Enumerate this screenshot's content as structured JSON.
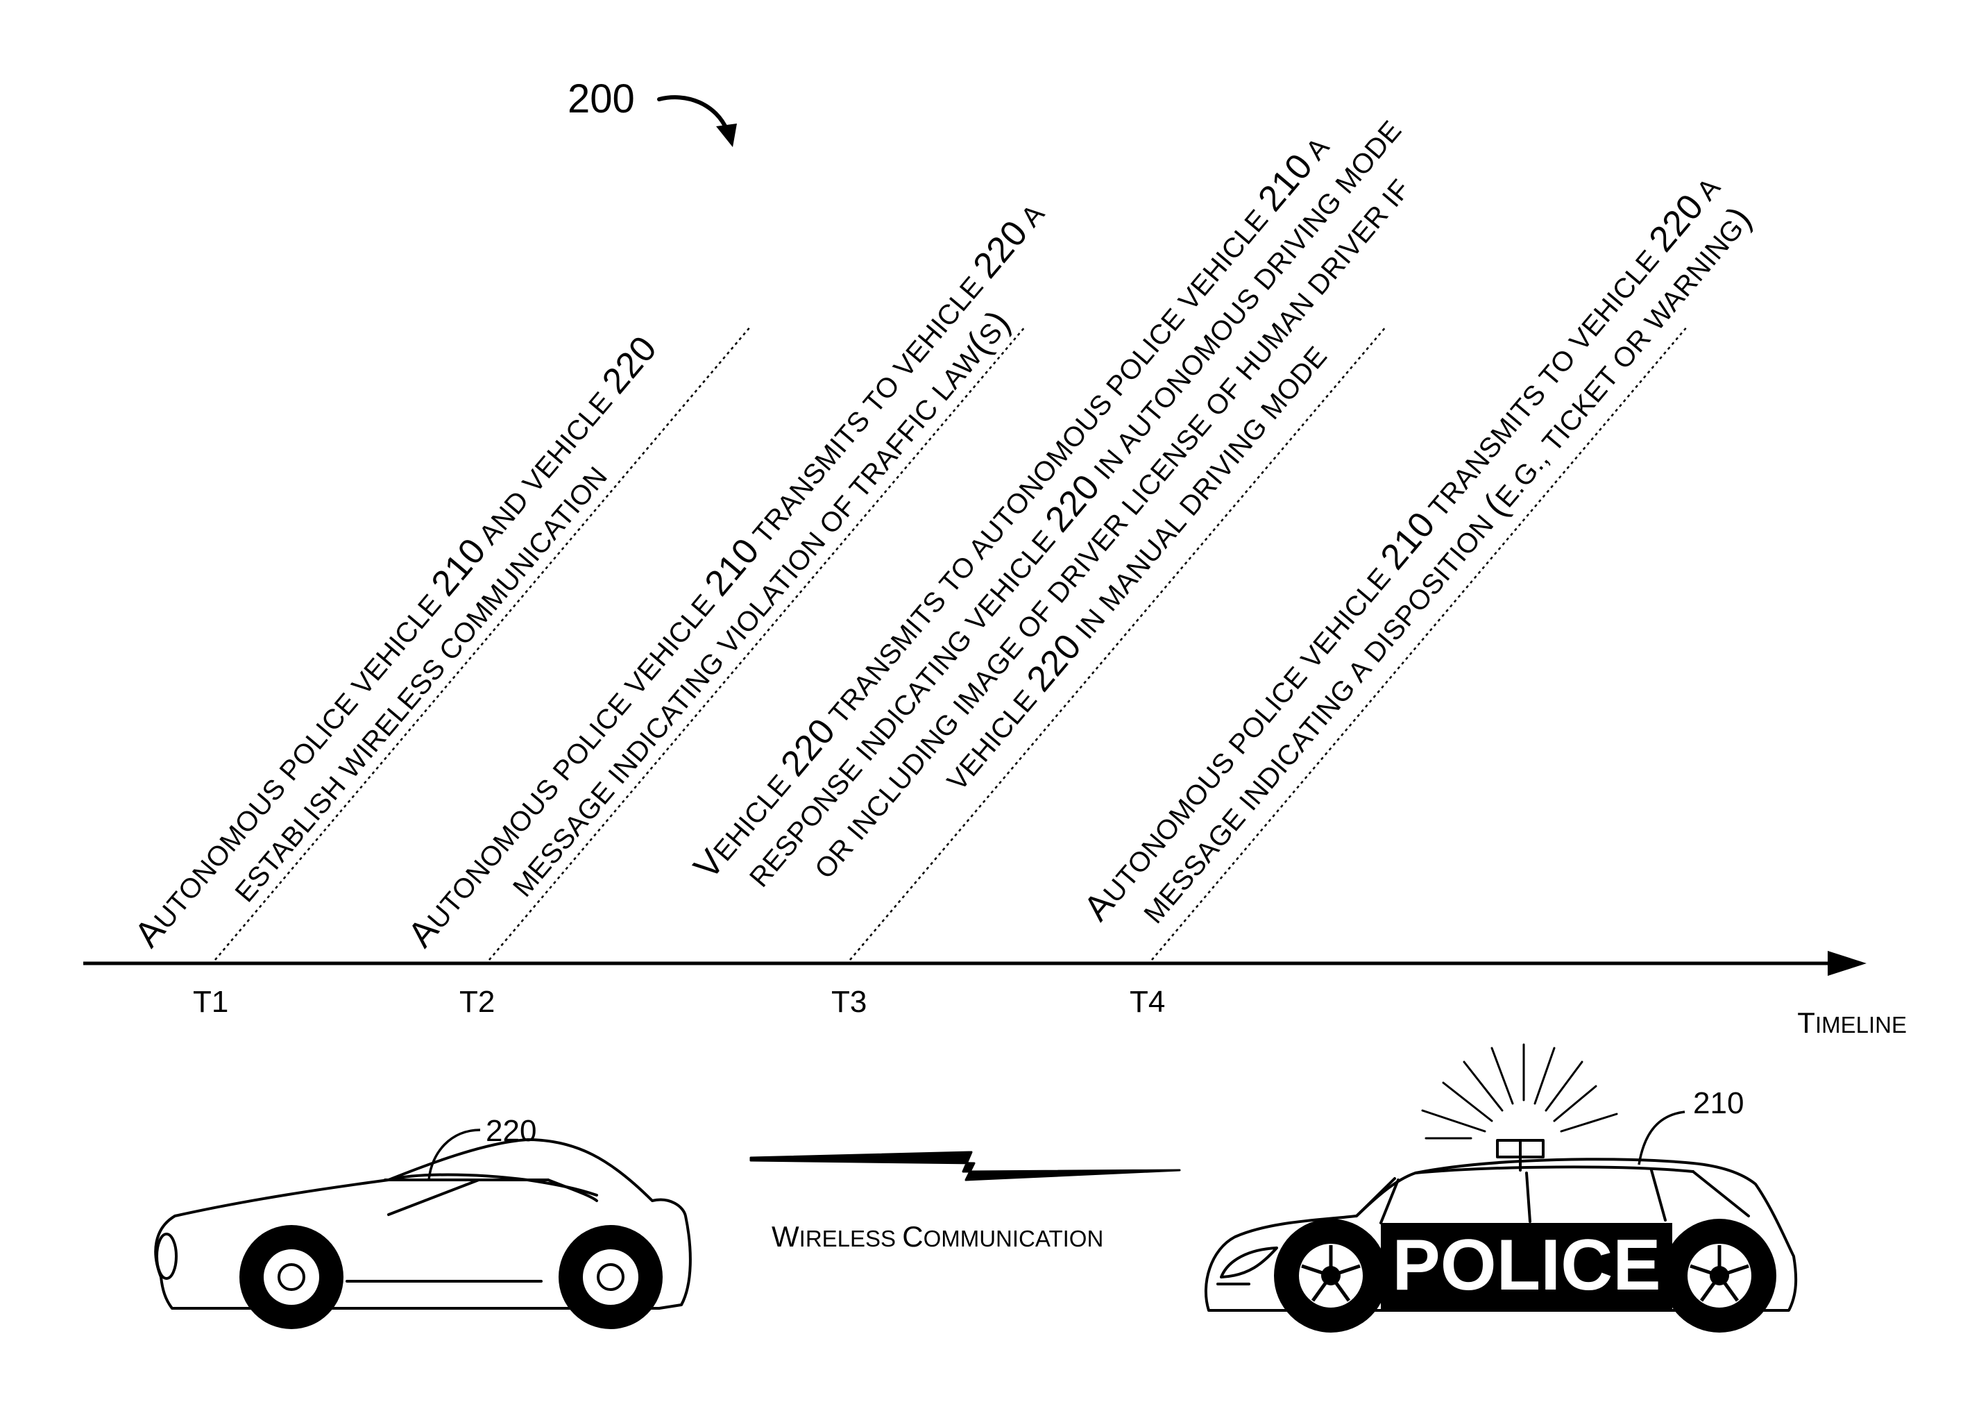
{
  "figure_number": "200",
  "timeline": {
    "axis_label": "Timeline",
    "ticks": [
      "T1",
      "T2",
      "T3",
      "T4"
    ]
  },
  "events": [
    {
      "tick": "T1",
      "lines": [
        "Autonomous police vehicle 210 and vehicle 220",
        "establish wireless communication"
      ]
    },
    {
      "tick": "T2",
      "lines": [
        "Autonomous police vehicle 210 transmits to vehicle 220 a",
        "message indicating violation of traffic law(s)"
      ]
    },
    {
      "tick": "T3",
      "lines": [
        "Vehicle 220 transmits to autonomous police vehicle 210 a",
        "response indicating vehicle 220 in autonomous driving mode",
        "or including image of driver license of human driver if",
        "vehicle 220 in manual driving mode"
      ]
    },
    {
      "tick": "T4",
      "lines": [
        "Autonomous police vehicle 210 transmits to vehicle 220 a",
        "message indicating a disposition (e.g., ticket or warning)"
      ]
    }
  ],
  "vehicles": {
    "civilian": {
      "ref": "220"
    },
    "police": {
      "ref": "210",
      "door_text": "POLICE"
    }
  },
  "wireless_label": "Wireless Communication"
}
